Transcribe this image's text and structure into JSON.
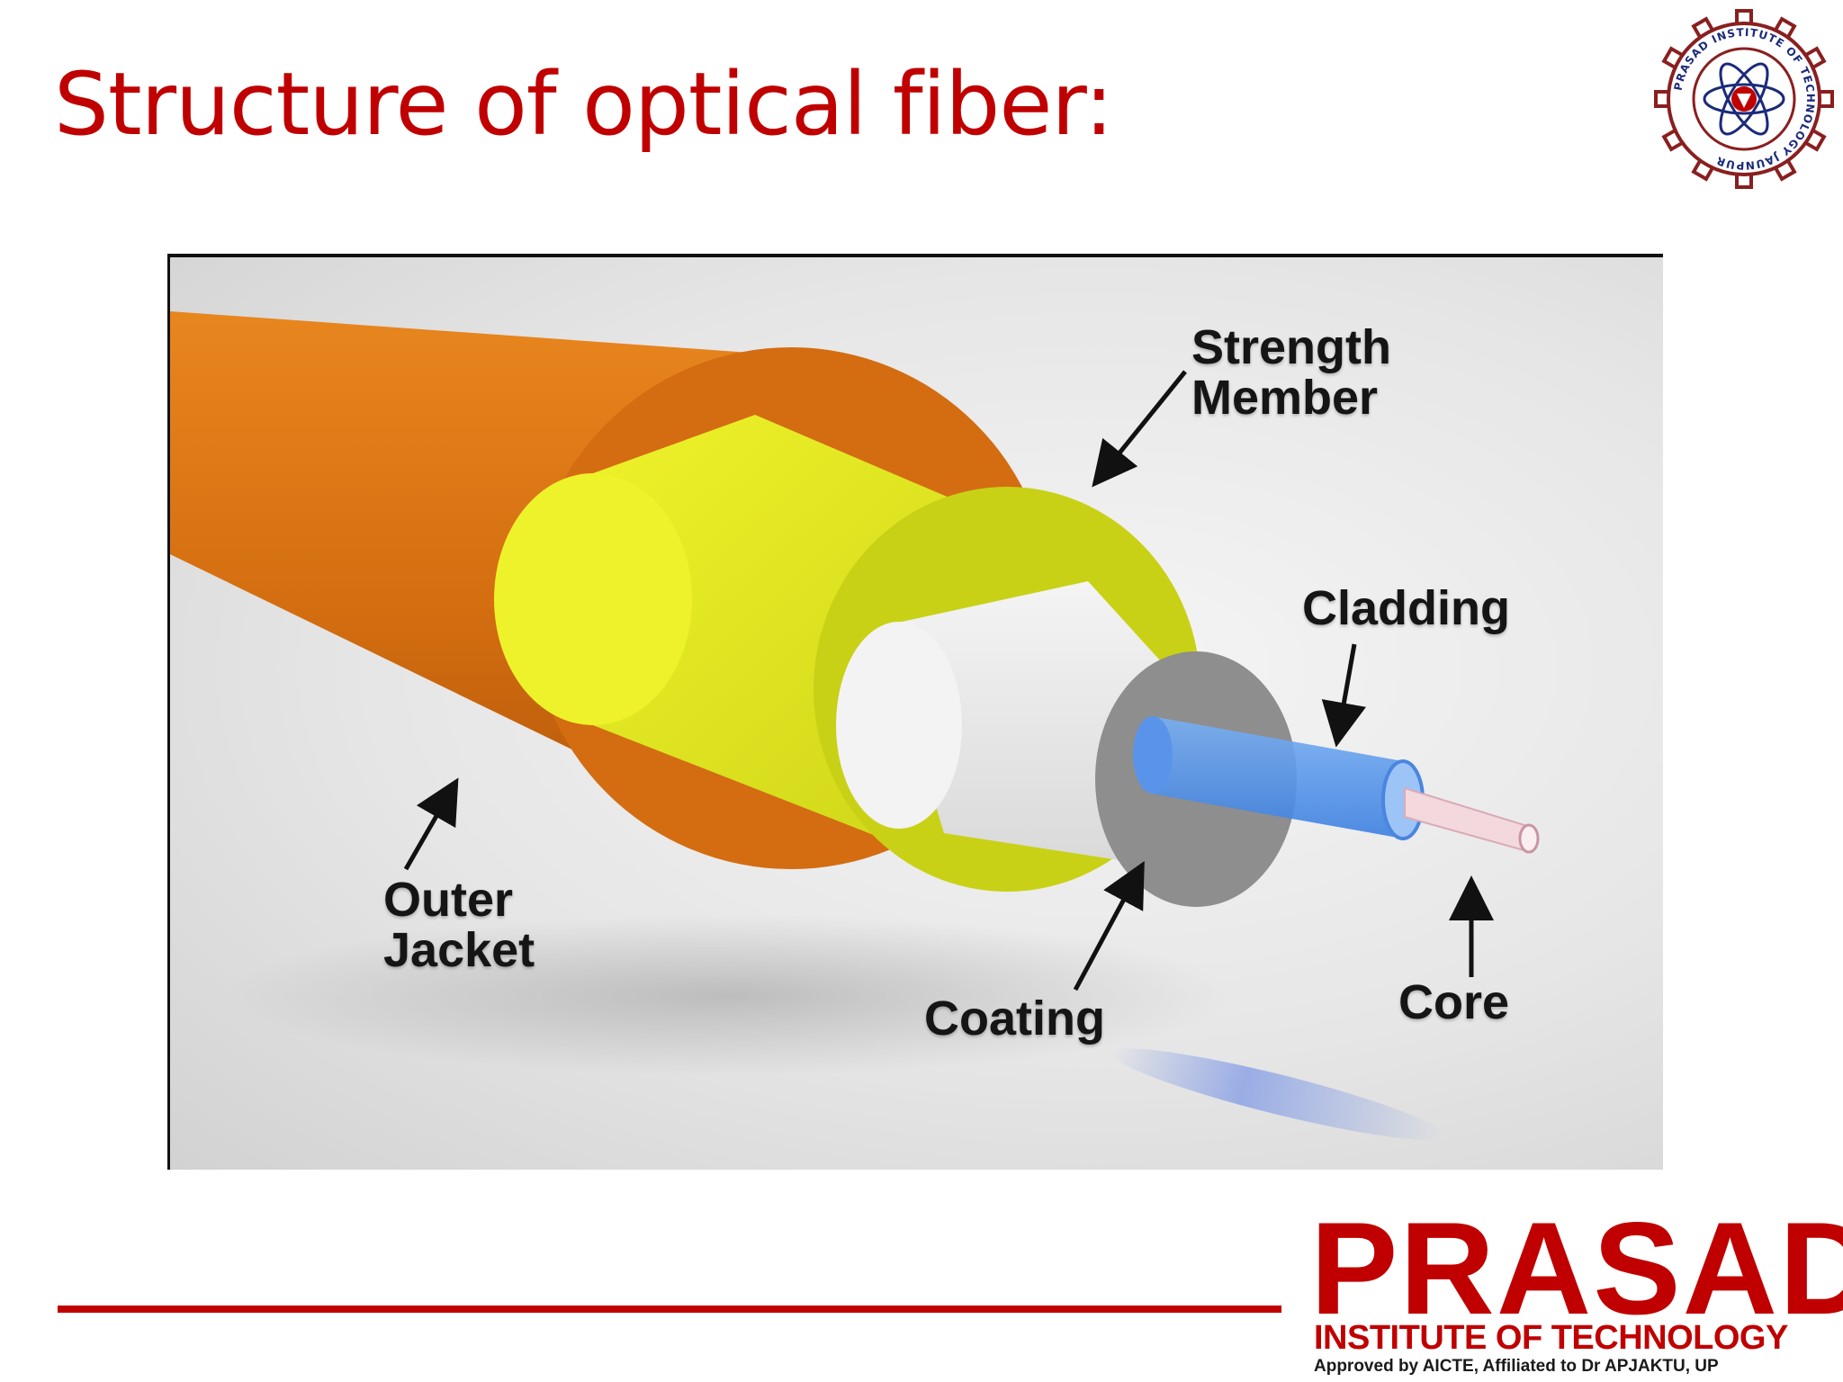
{
  "slide": {
    "title": "Structure of optical fiber:"
  },
  "seal": {
    "ring_text": "PRASAD INSTITUTE OF TECHNOLOGY JAUNPUR",
    "icon": "atom-emblem-icon"
  },
  "figure": {
    "labels": {
      "strength_member": "Strength\nMember",
      "cladding": "Cladding",
      "outer_jacket": "Outer\nJacket",
      "coating": "Coating",
      "core": "Core"
    },
    "colors": {
      "outer_jacket": "#e07a14",
      "strength_member": "#dde81a",
      "coating": "#e9e9e9",
      "cladding": "#4f8fe6",
      "core": "#f0d0d8"
    }
  },
  "branding": {
    "name": "PRASAD",
    "subtitle": "INSTITUTE OF TECHNOLOGY",
    "approval": "Approved by  AICTE,  Affiliated to Dr APJAKTU, UP"
  },
  "colors": {
    "accent": "#c00000"
  }
}
